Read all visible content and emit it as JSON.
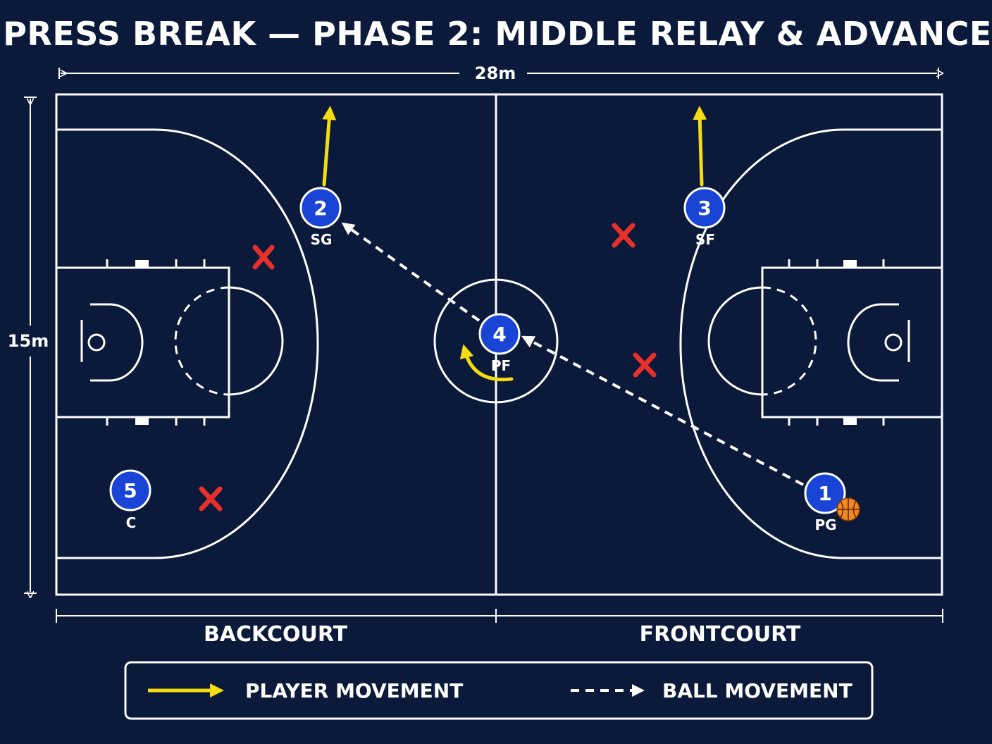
{
  "title": "PRESS BREAK — PHASE 2: MIDDLE RELAY & ADVANCE",
  "dimensions": {
    "length_label": "28m",
    "width_label": "15m"
  },
  "sections": {
    "left": "BACKCOURT",
    "right": "FRONTCOURT"
  },
  "legend": {
    "player_movement": "PLAYER MOVEMENT",
    "ball_movement": "BALL MOVEMENT"
  },
  "colors": {
    "background": "#0b1a3a",
    "lines": "#ffffff",
    "player_fill": "#1a44d6",
    "movement": "#f5dc12",
    "defender": "#e8302a",
    "ball": "#f08a1c"
  },
  "players": [
    {
      "number": "1",
      "position": "PG",
      "has_ball": true
    },
    {
      "number": "2",
      "position": "SG"
    },
    {
      "number": "3",
      "position": "SF"
    },
    {
      "number": "4",
      "position": "PF"
    },
    {
      "number": "5",
      "position": "C"
    }
  ],
  "defender_count": 4,
  "ball_icon": "basketball-icon",
  "defender_icon": "x-mark-icon"
}
